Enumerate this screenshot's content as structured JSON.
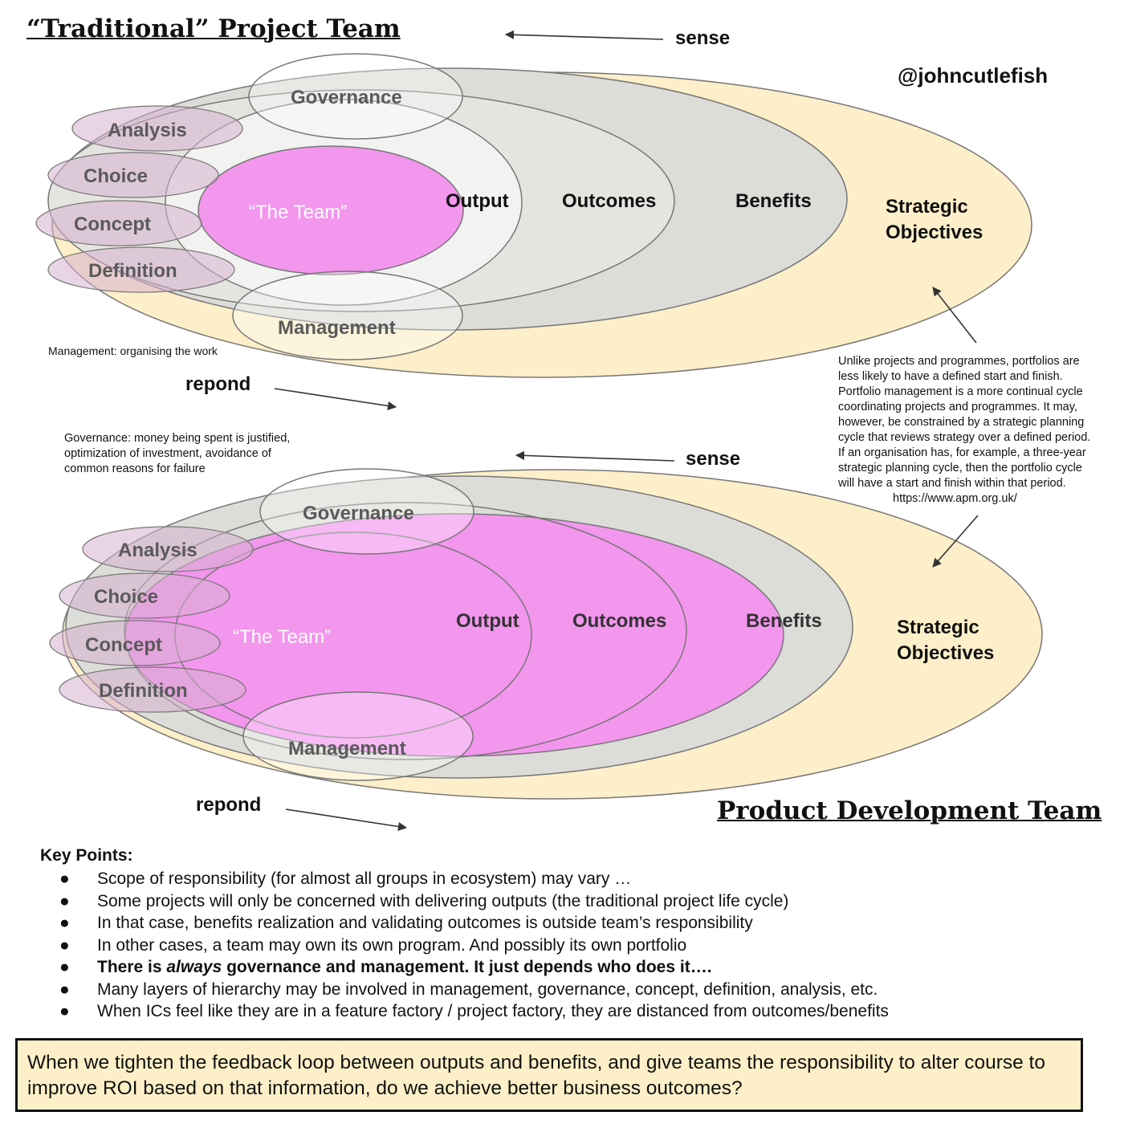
{
  "top_diagram": {
    "title": "“Traditional” Project Team",
    "handle": "@johncutlefish",
    "sense_label": "sense",
    "respond_label": "repond",
    "labels": {
      "strategic_line1": "Strategic",
      "strategic_line2": "Objectives",
      "benefits": "Benefits",
      "outcomes": "Outcomes",
      "output": "Output",
      "the_team": "“The Team”",
      "governance": "Governance",
      "management": "Management",
      "analysis": "Analysis",
      "choice": "Choice",
      "concept": "Concept",
      "definition": "Definition"
    },
    "management_note": "Management: organising the work"
  },
  "governance_note": [
    "Governance: money being spent is justified,",
    "optimization of investment, avoidance of",
    "common reasons for failure"
  ],
  "portfolio_note": [
    "Unlike projects and programmes, portfolios are",
    "less likely to have a defined start and finish.",
    "Portfolio management is a more continual cycle",
    "coordinating projects and programmes. It may,",
    "however, be constrained by a strategic planning",
    "cycle that reviews strategy over a defined period.",
    "If an organisation has, for example, a three-year",
    "strategic planning cycle, then the portfolio cycle",
    "will have a start and finish within that period."
  ],
  "portfolio_source": "https://www.apm.org.uk/",
  "bottom_diagram": {
    "title": "Product Development Team",
    "sense_label": "sense",
    "respond_label": "repond",
    "labels": {
      "strategic_line1": "Strategic",
      "strategic_line2": "Objectives",
      "benefits": "Benefits",
      "outcomes": "Outcomes",
      "output": "Output",
      "the_team": "“The Team”",
      "governance": "Governance",
      "management": "Management",
      "analysis": "Analysis",
      "choice": "Choice",
      "concept": "Concept",
      "definition": "Definition"
    }
  },
  "key_points": {
    "title": "Key Points:",
    "bullet": "●",
    "items": [
      "Scope of responsibility (for almost all groups in ecosystem) may vary …",
      "Some projects will only be concerned with delivering outputs (the traditional project life cycle)",
      "In that case, benefits realization and validating outcomes is outside team’s responsibility",
      "In other cases, a team may own its own program. And possibly its own portfolio",
      "There is always governance and management. It just depends who does it….",
      "Many layers of hierarchy may be involved in management, governance, concept, definition, analysis, etc.",
      "When ICs feel like they are in a feature factory / project factory, they are distanced from outcomes/benefits"
    ],
    "item5_parts": [
      "There is ",
      "always",
      " governance and management. It just depends who does it…."
    ]
  },
  "callout": "When we tighten the feedback loop between outputs and benefits, and give teams the responsibility to alter course to improve ROI based on that information, do we achieve better business outcomes?",
  "colors": {
    "strategic_fill": "#fcefc9",
    "benefits_fill": "#dcdcd8",
    "outcomes_fill": "#e4e4e0",
    "output_fill": "#f2f2f0",
    "team_fill": "#f396ee",
    "small_ellipse_fill": "#d7b0d0",
    "label_gray": "#5a5a5a",
    "callout_fill": "#fdf0c8"
  }
}
